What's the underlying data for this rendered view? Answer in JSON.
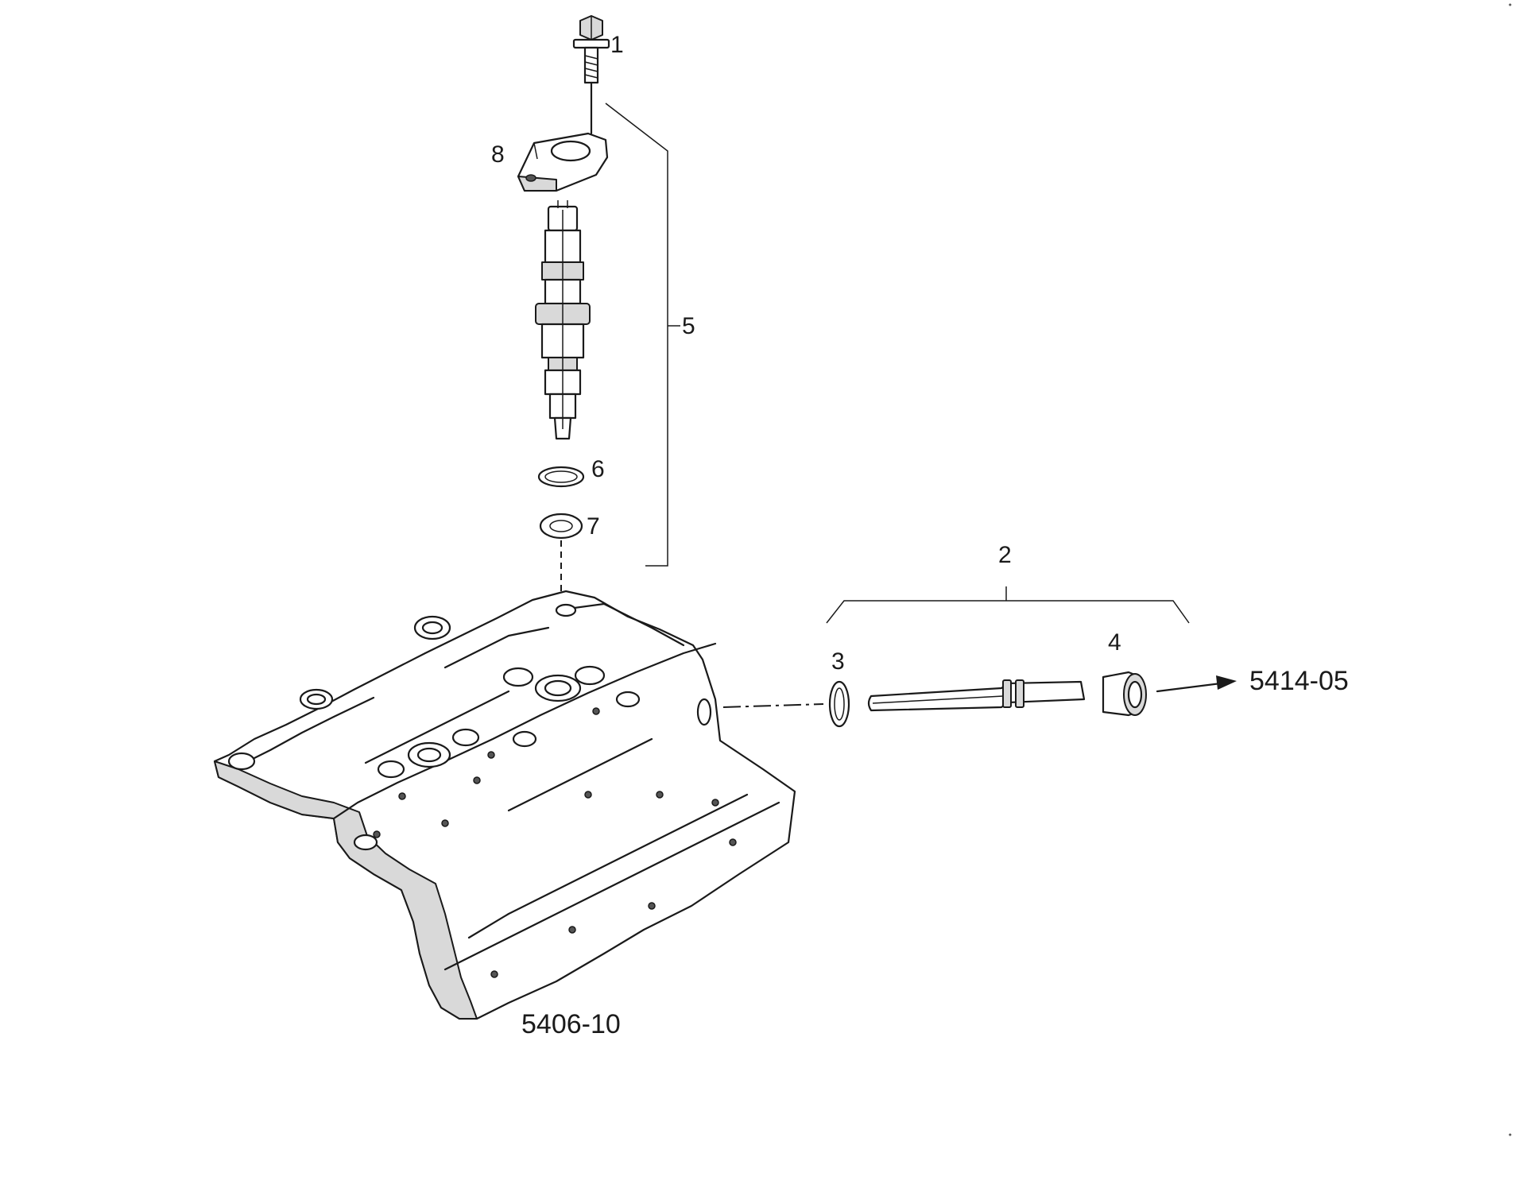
{
  "callouts": {
    "c1": "1",
    "c2": "2",
    "c3": "3",
    "c4": "4",
    "c5": "5",
    "c6": "6",
    "c7": "7",
    "c8": "8"
  },
  "references": {
    "cylinder_head": "5406-10",
    "fuel_line": "5414-05"
  }
}
